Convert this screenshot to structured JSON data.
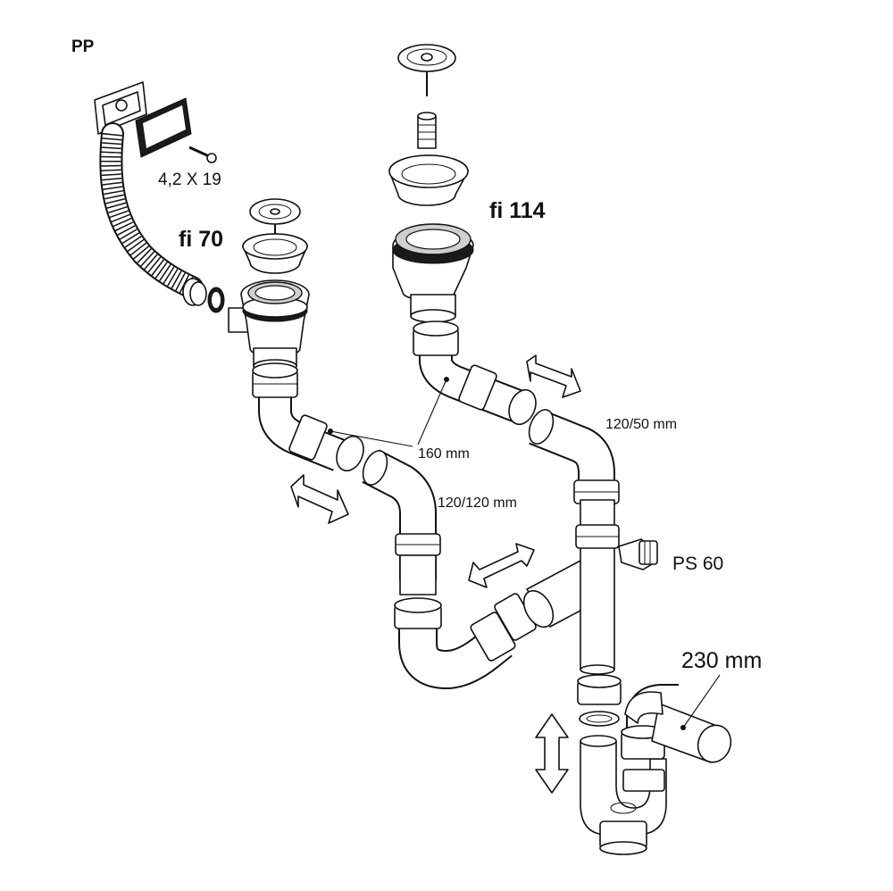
{
  "material_label": "PP",
  "screw_size_label": "4,2 X 19",
  "small_strainer_label": "fi 70",
  "large_strainer_label": "fi 114",
  "distance_160_label": "160 mm",
  "pipe_120_50_label": "120/50 mm",
  "pipe_120_120_label": "120/120 mm",
  "side_inlet_label": "PS 60",
  "outlet_pipe_label": "230 mm",
  "colors": {
    "line": "#111111",
    "background": "#ffffff",
    "gasket": "#1a1a1a"
  }
}
